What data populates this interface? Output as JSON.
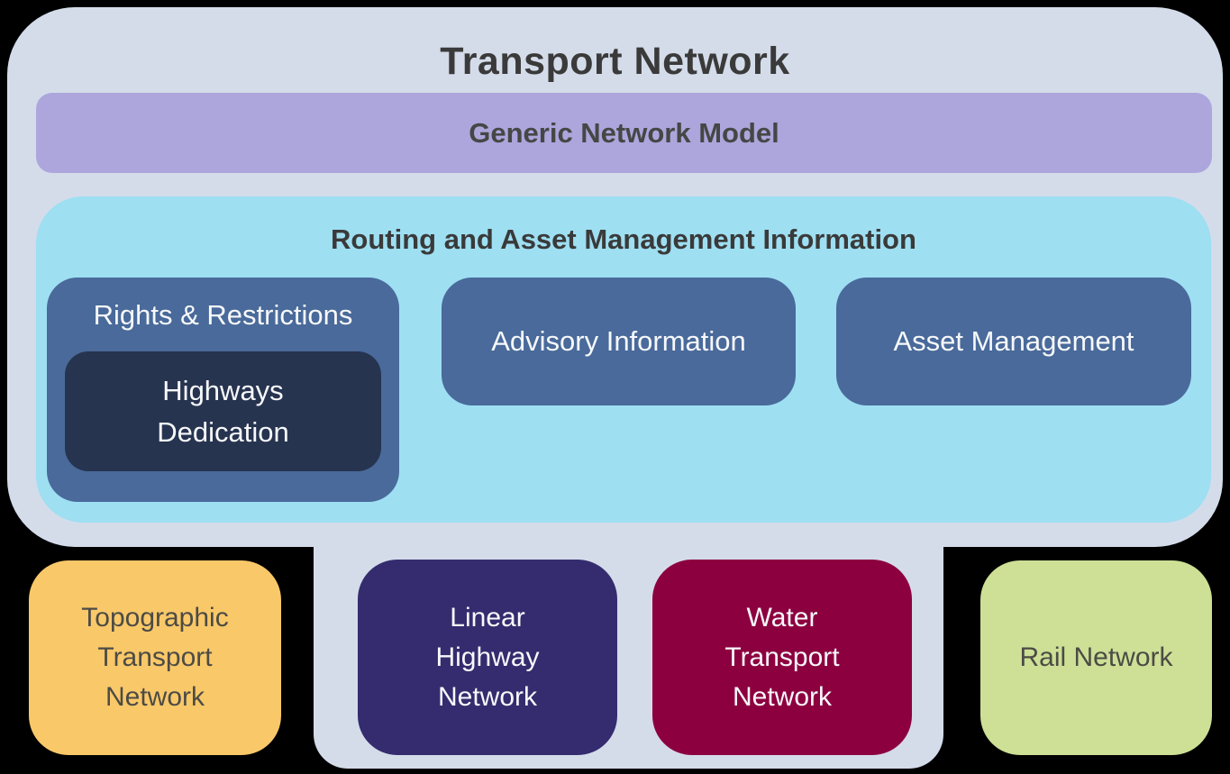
{
  "diagram": {
    "title": "Transport Network",
    "generic_model": {
      "label": "Generic Network Model"
    },
    "routing": {
      "label": "Routing and Asset Management Information",
      "children": [
        {
          "label": "Rights & Restrictions",
          "child_label": "Highways\nDedication"
        },
        {
          "label": "Advisory Information"
        },
        {
          "label": "Asset Management"
        }
      ]
    },
    "bottom_row": [
      {
        "label": "Topographic\nTransport\nNetwork"
      },
      {
        "label": "Linear\nHighway\nNetwork"
      },
      {
        "label": "Water\nTransport\nNetwork"
      },
      {
        "label": "Rail Network"
      }
    ]
  },
  "colors": {
    "outer_container": "#d4dcea",
    "generic_model_bar": "#aca6dc",
    "routing_container": "#9edff2",
    "mid_boxes": "#496a9a",
    "highways_dedication": "#273450",
    "topographic_box": "#f9c869",
    "linear_highway_box": "#342c6e",
    "water_transport_box": "#8d0040",
    "rail_network_box": "#cde096",
    "dark_text": "#3a3a3a",
    "light_text": "#f7f8fa",
    "background": "#000000"
  }
}
